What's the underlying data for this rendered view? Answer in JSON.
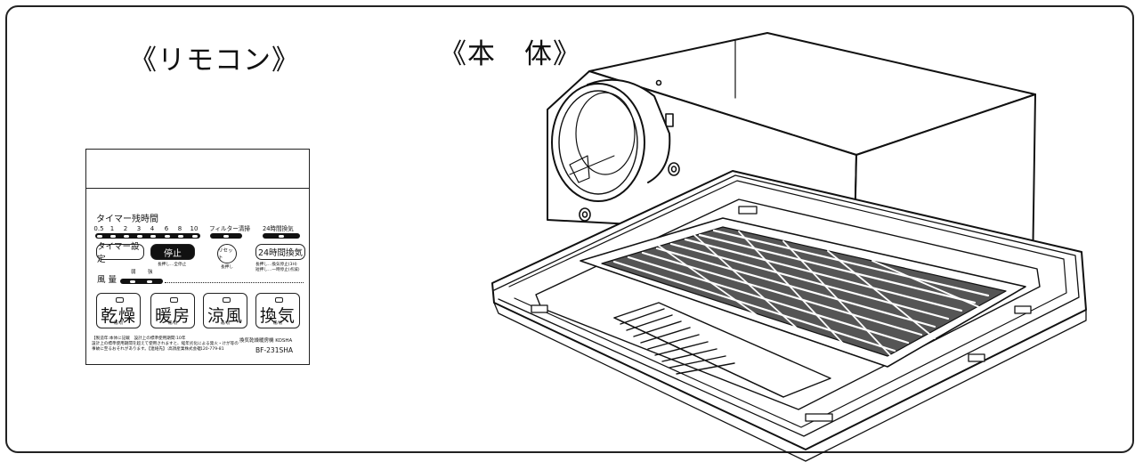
{
  "headings": {
    "remote": "《リモコン》",
    "body": "《本　体》"
  },
  "remote": {
    "timer_title": "タイマー残時間",
    "timer_ticks": [
      "0.5",
      "1",
      "2",
      "3",
      "4",
      "6",
      "8",
      "10"
    ],
    "filter_title": "フィルター清掃",
    "h24_title": "24時間換気",
    "btn_timer": "タイマー設定",
    "btn_stop": "停止",
    "stop_note": "長押し…全停止",
    "btn_reset": "リセット",
    "reset_note": "長押し",
    "btn_24h": "24時間換気",
    "h24_note_1": "長押し…換気停止(3H)",
    "h24_note_2": "短押し…一時停止(点滅)",
    "fan_label": "風 量",
    "fan_weak": "弱",
    "fan_strong": "強",
    "modes": [
      {
        "label": "乾燥",
        "sub": "運/切"
      },
      {
        "label": "暖房",
        "sub": "運/切"
      },
      {
        "label": "涼風",
        "sub": "運/切"
      },
      {
        "label": "換気",
        "sub": "運/切"
      }
    ],
    "footer_1": "【製造年:本体に記載　設計上の標準使用期間:10年",
    "footer_2": "設計上の標準使用期間を超えて使用されますと、経年劣化による発火・けが等の",
    "footer_3": "事故に至るおそれがあります。【連絡先】:高須産業株式会社",
    "footer_4": "0120-779-81",
    "maker": "換気乾燥暖房機 KOSHA",
    "model": "BF-231SHA"
  }
}
